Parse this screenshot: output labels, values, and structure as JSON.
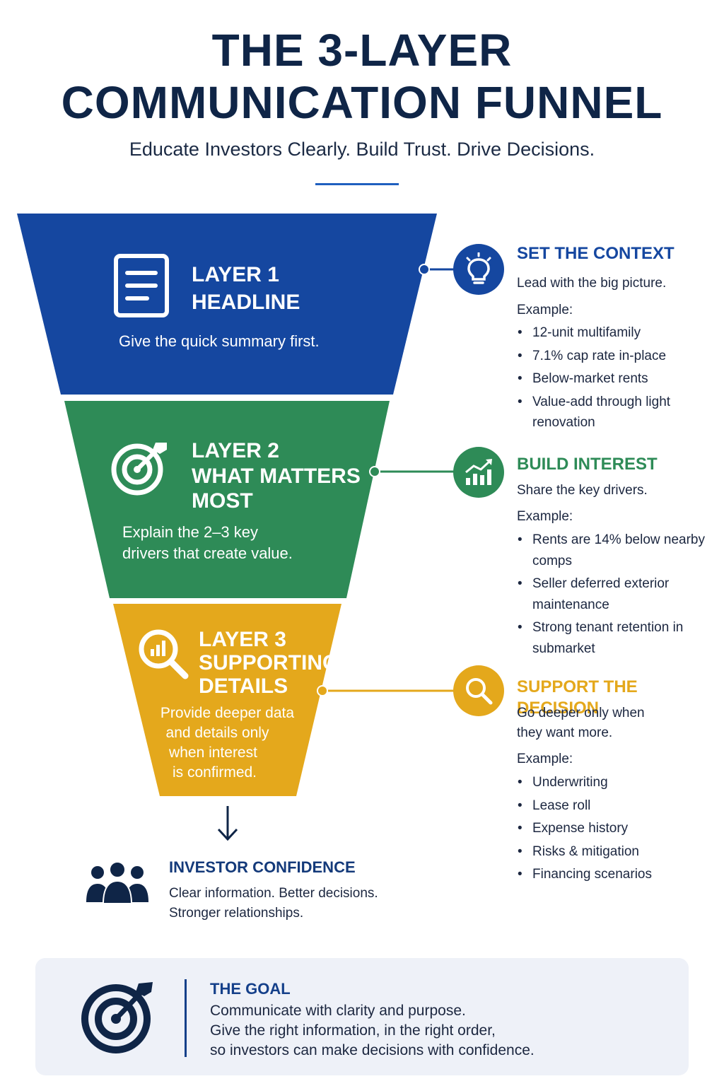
{
  "header": {
    "title_line1": "THE 3-LAYER",
    "title_line2": "COMMUNICATION FUNNEL",
    "subtitle": "Educate Investors Clearly. Build Trust. Drive Decisions."
  },
  "colors": {
    "layer1": "#1547a0",
    "layer2": "#2e8b57",
    "layer3": "#e4a81c",
    "navy": "#0f2547"
  },
  "layers": [
    {
      "title_line1": "LAYER 1",
      "title_line2": "HEADLINE",
      "title_line3": "",
      "description_line1": "Give the quick summary first.",
      "description_line2": "",
      "icon": "document-icon"
    },
    {
      "title_line1": "LAYER 2",
      "title_line2": "WHAT MATTERS",
      "title_line3": "MOST",
      "description_line1": "Explain the 2–3 key",
      "description_line2": "drivers that create value.",
      "icon": "target-icon"
    },
    {
      "title_line1": "LAYER 3",
      "title_line2": "SUPPORTING",
      "title_line3": "DETAILS",
      "description_line1": "Provide deeper data",
      "description_line2": "and details only",
      "description_line3": "when interest",
      "description_line4": "is confirmed.",
      "icon": "magnifier-chart-icon"
    }
  ],
  "sides": [
    {
      "heading": "SET THE CONTEXT",
      "text_line1": "Lead with the big picture.",
      "example_label": "Example:",
      "items": [
        "12-unit multifamily",
        "7.1% cap rate in-place",
        "Below-market rents",
        "Value-add through light renovation"
      ],
      "icon": "lightbulb-icon"
    },
    {
      "heading": "BUILD INTEREST",
      "text_line1": "Share the key drivers.",
      "example_label": "Example:",
      "items": [
        "Rents are 14% below nearby comps",
        "Seller deferred exterior maintenance",
        "Strong tenant retention in submarket"
      ],
      "icon": "growth-chart-icon"
    },
    {
      "heading": "SUPPORT THE DECISION",
      "text_line1": "Go deeper only when",
      "text_line2": "they want more.",
      "example_label": "Example:",
      "items": [
        "Underwriting",
        "Lease roll",
        "Expense history",
        "Risks & mitigation",
        "Financing scenarios"
      ],
      "icon": "search-icon"
    }
  ],
  "confidence": {
    "heading": "INVESTOR CONFIDENCE",
    "line1": "Clear information. Better decisions.",
    "line2": "Stronger relationships.",
    "icon": "people-icon"
  },
  "goal": {
    "heading": "THE GOAL",
    "line1": "Communicate with clarity and purpose.",
    "line2": "Give the right information, in the right order,",
    "line3": "so investors can make decisions with confidence.",
    "icon": "target-icon"
  }
}
